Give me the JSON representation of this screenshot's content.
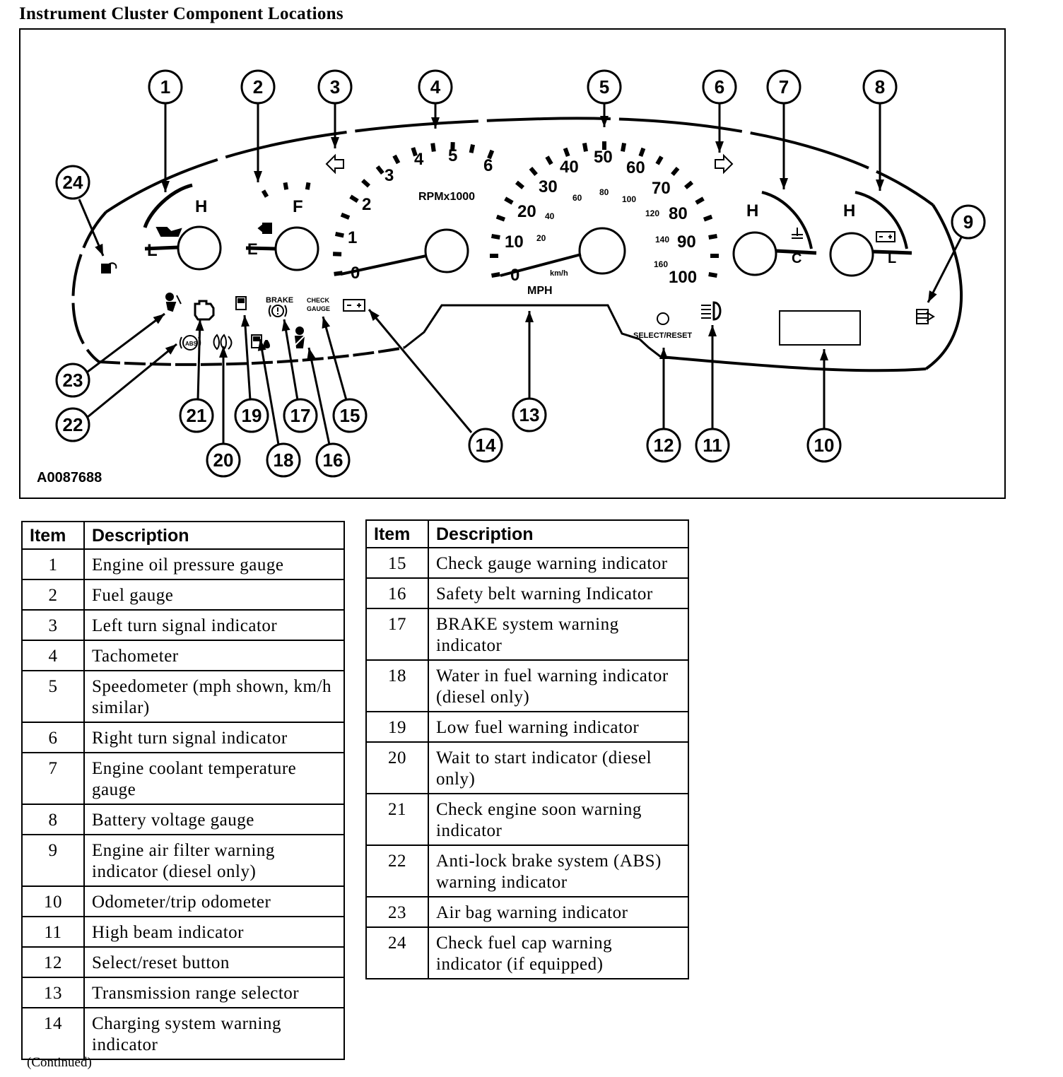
{
  "title": "Instrument Cluster Component Locations",
  "figure": {
    "figure_id": "A0087688",
    "callouts": [
      "1",
      "2",
      "3",
      "4",
      "5",
      "6",
      "7",
      "8",
      "9",
      "10",
      "11",
      "12",
      "13",
      "14",
      "15",
      "16",
      "17",
      "18",
      "19",
      "20",
      "21",
      "22",
      "23",
      "24"
    ],
    "gauge_labels": {
      "oil_high": "H",
      "oil_low": "L",
      "fuel_full": "F",
      "fuel_empty": "E",
      "coolant_high": "H",
      "coolant_low": "C",
      "battery_high": "H",
      "battery_low": "L"
    },
    "tach": {
      "unit": "RPMx1000",
      "ticks": [
        "0",
        "1",
        "2",
        "3",
        "4",
        "5",
        "6"
      ]
    },
    "speedo": {
      "unit": "MPH",
      "unit_kmh": "km/h",
      "mph_ticks": [
        "0",
        "10",
        "20",
        "30",
        "40",
        "50",
        "60",
        "70",
        "80",
        "90",
        "100"
      ],
      "kmh_ticks": [
        "20",
        "40",
        "60",
        "80",
        "100",
        "120",
        "140",
        "160"
      ]
    },
    "indicator_texts": {
      "brake": "BRAKE",
      "check": "CHECK",
      "gauge": "GAUGE",
      "abs": "ABS",
      "select_reset": "SELECT/RESET"
    }
  },
  "table_headers": {
    "item": "Item",
    "description": "Description"
  },
  "left_table": [
    {
      "item": "1",
      "description": "Engine oil pressure gauge"
    },
    {
      "item": "2",
      "description": "Fuel gauge"
    },
    {
      "item": "3",
      "description": "Left turn signal indicator"
    },
    {
      "item": "4",
      "description": "Tachometer"
    },
    {
      "item": "5",
      "description": "Speedometer (mph shown, km/h similar)"
    },
    {
      "item": "6",
      "description": "Right turn signal indicator"
    },
    {
      "item": "7",
      "description": "Engine coolant temperature gauge"
    },
    {
      "item": "8",
      "description": "Battery voltage gauge"
    },
    {
      "item": "9",
      "description": "Engine air filter warning indicator (diesel only)"
    },
    {
      "item": "10",
      "description": "Odometer/trip odometer"
    },
    {
      "item": "11",
      "description": "High beam indicator"
    },
    {
      "item": "12",
      "description": "Select/reset button"
    },
    {
      "item": "13",
      "description": "Transmission range selector"
    },
    {
      "item": "14",
      "description": "Charging system warning indicator"
    }
  ],
  "right_table": [
    {
      "item": "15",
      "description": "Check gauge warning indicator"
    },
    {
      "item": "16",
      "description": "Safety belt warning Indicator"
    },
    {
      "item": "17",
      "description": "BRAKE system warning indicator"
    },
    {
      "item": "18",
      "description": "Water in fuel warning indicator (diesel only)"
    },
    {
      "item": "19",
      "description": "Low fuel warning indicator"
    },
    {
      "item": "20",
      "description": "Wait to start indicator (diesel only)"
    },
    {
      "item": "21",
      "description": "Check engine soon warning indicator"
    },
    {
      "item": "22",
      "description": "Anti-lock brake system (ABS) warning indicator"
    },
    {
      "item": "23",
      "description": "Air bag warning indicator"
    },
    {
      "item": "24",
      "description": "Check fuel cap warning indicator (if equipped)"
    }
  ],
  "footer": "(Continued)"
}
